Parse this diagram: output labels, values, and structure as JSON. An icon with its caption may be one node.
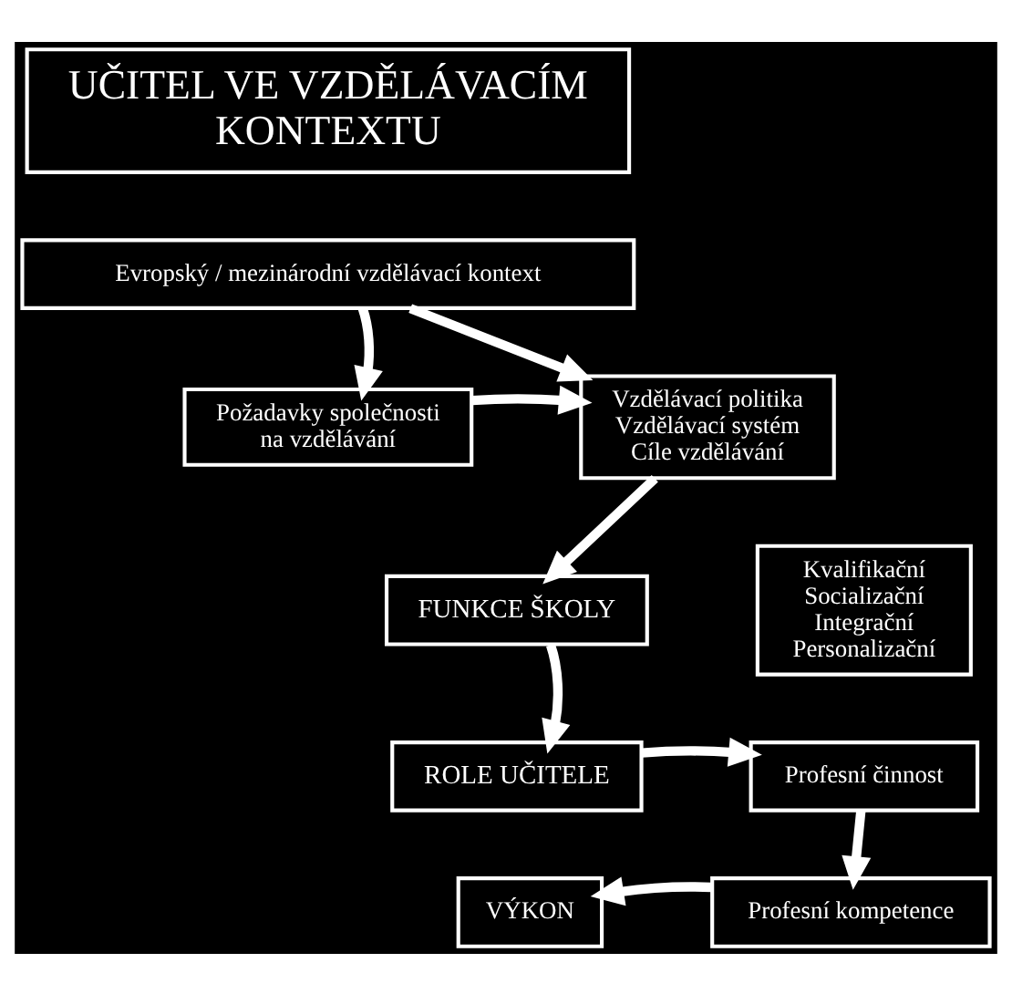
{
  "diagram": {
    "nodes": [
      {
        "text": [
          "UČITEL VE VZDĚLÁVACÍM KONTEXTU"
        ]
      },
      {
        "text": [
          "Evropský / mezinárodní vzdělávací kontext"
        ]
      },
      {
        "text": [
          "Požadavky společnosti na vzdělávání"
        ]
      },
      {
        "text": [
          "Vzdělávací politika Vzdělávací systém Cíle vzdělávání"
        ]
      },
      {
        "text": [
          "FUNKCE ŠKOLY"
        ]
      },
      {
        "text": [
          "Kvalifikační Socializační Integrační Personalizační"
        ]
      },
      {
        "text": [
          "ROLE UČITELE"
        ]
      },
      {
        "text": [
          "Profesní činnost"
        ]
      },
      {
        "text": [
          "VÝKON"
        ]
      },
      {
        "text": [
          "Profesní kompetence"
        ]
      }
    ],
    "edges": [
      {
        "from": 1,
        "to": 2,
        "arrow": "to"
      },
      {
        "from": 1,
        "to": 3,
        "arrow": "to"
      },
      {
        "from": 2,
        "to": 3,
        "arrow": "to"
      },
      {
        "from": 3,
        "to": 4,
        "arrow": "to"
      },
      {
        "from": 4,
        "to": 6,
        "arrow": "to"
      },
      {
        "from": 6,
        "to": 7,
        "arrow": "to"
      },
      {
        "from": 7,
        "to": 9,
        "arrow": "to"
      },
      {
        "from": 9,
        "to": 8,
        "arrow": "to"
      }
    ]
  }
}
